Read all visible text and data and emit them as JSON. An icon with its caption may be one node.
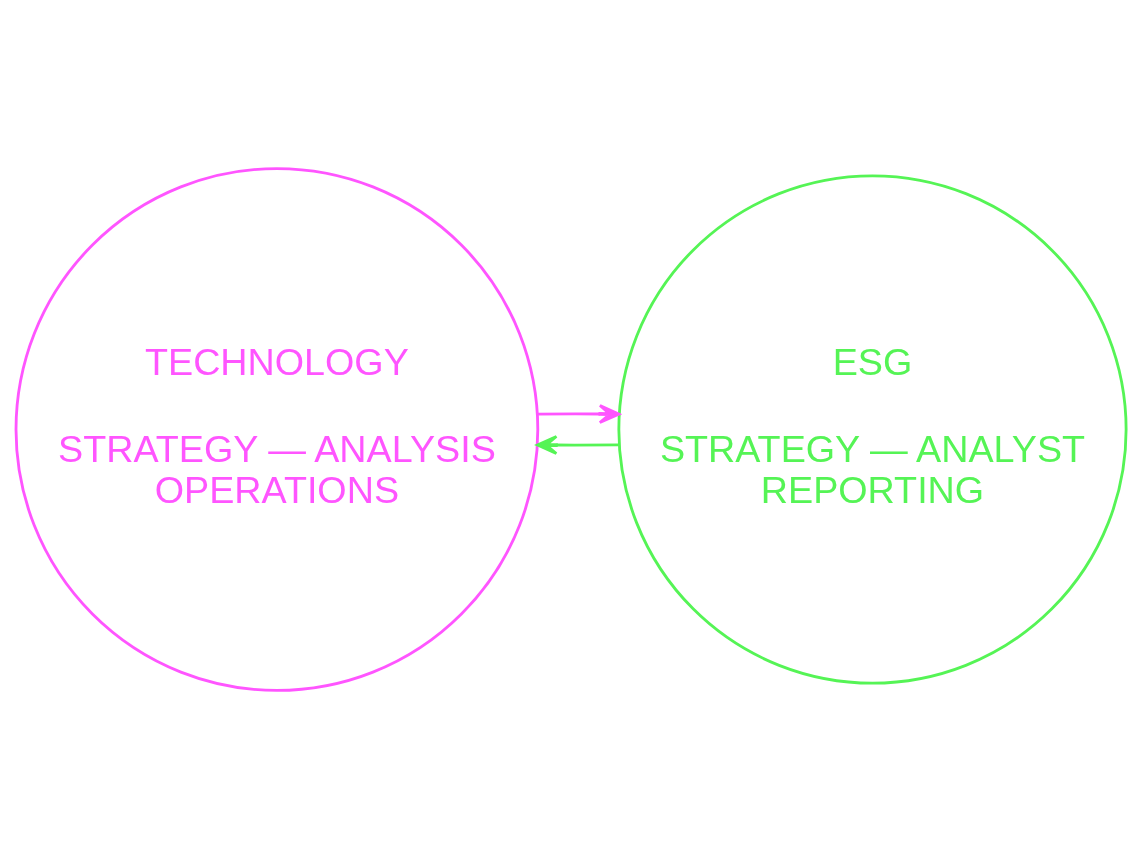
{
  "diagram": {
    "nodes": [
      {
        "text": [
          "ESG",
          "STRATEGY — ANALYST REPORTING"
        ]
      },
      {
        "text": [
          "TECHNOLOGY",
          "STRATEGY — ANALYSIS OPERATIONS"
        ]
      }
    ],
    "edges": [
      {
        "from": 0,
        "to": 1,
        "arrow": "to",
        "color": "#55f455"
      },
      {
        "from": 1,
        "to": 0,
        "arrow": "to",
        "color": "#ff55ff"
      }
    ]
  }
}
